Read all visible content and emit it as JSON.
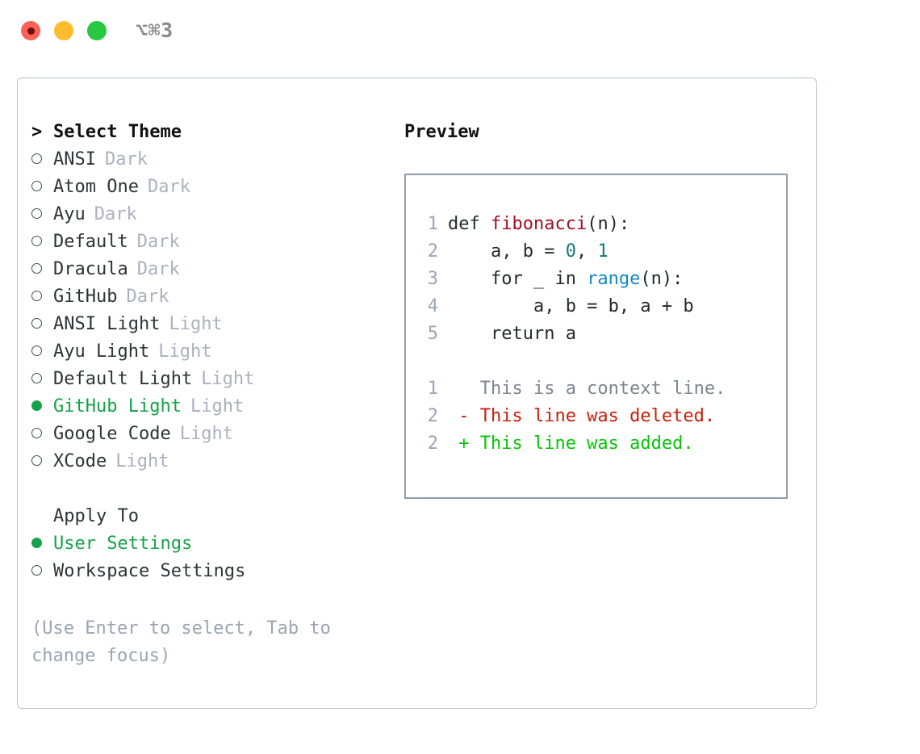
{
  "titlebar": {
    "shortcut": "⌥⌘3",
    "lights": [
      "close",
      "minimize",
      "zoom"
    ]
  },
  "theme_picker": {
    "header_marker": ">",
    "header": "Select Theme",
    "items": [
      {
        "marker": "open",
        "name": "ANSI",
        "variant": "Dark",
        "selected": false
      },
      {
        "marker": "open",
        "name": "Atom One",
        "variant": "Dark",
        "selected": false
      },
      {
        "marker": "open",
        "name": "Ayu",
        "variant": "Dark",
        "selected": false
      },
      {
        "marker": "open",
        "name": "Default",
        "variant": "Dark",
        "selected": false
      },
      {
        "marker": "open",
        "name": "Dracula",
        "variant": "Dark",
        "selected": false
      },
      {
        "marker": "open",
        "name": "GitHub",
        "variant": "Dark",
        "selected": false
      },
      {
        "marker": "open",
        "name": "ANSI Light",
        "variant": "Light",
        "selected": false
      },
      {
        "marker": "open",
        "name": "Ayu Light",
        "variant": "Light",
        "selected": false
      },
      {
        "marker": "open",
        "name": "Default Light",
        "variant": "Light",
        "selected": false
      },
      {
        "marker": "filled",
        "name": "GitHub Light",
        "variant": "Light",
        "selected": true
      },
      {
        "marker": "open",
        "name": "Google Code",
        "variant": "Light",
        "selected": false
      },
      {
        "marker": "open",
        "name": "XCode",
        "variant": "Light",
        "selected": false
      }
    ]
  },
  "apply_to": {
    "header": "Apply To",
    "items": [
      {
        "marker": "filled",
        "name": "User Settings",
        "selected": true
      },
      {
        "marker": "open",
        "name": "Workspace Settings",
        "selected": false
      }
    ]
  },
  "hint": "(Use Enter to select, Tab to change focus)",
  "preview": {
    "title": "Preview",
    "code_lines": [
      {
        "lineno": "1",
        "tokens": [
          {
            "t": "def ",
            "c": "plain"
          },
          {
            "t": "fibonacci",
            "c": "fn"
          },
          {
            "t": "(n):",
            "c": "plain"
          }
        ]
      },
      {
        "lineno": "2",
        "tokens": [
          {
            "t": "    a, b = ",
            "c": "plain"
          },
          {
            "t": "0",
            "c": "num"
          },
          {
            "t": ", ",
            "c": "plain"
          },
          {
            "t": "1",
            "c": "num"
          }
        ]
      },
      {
        "lineno": "3",
        "tokens": [
          {
            "t": "    for _ in ",
            "c": "plain"
          },
          {
            "t": "range",
            "c": "builtin"
          },
          {
            "t": "(n):",
            "c": "plain"
          }
        ]
      },
      {
        "lineno": "4",
        "tokens": [
          {
            "t": "        a, b = b, a + b",
            "c": "plain"
          }
        ]
      },
      {
        "lineno": "5",
        "tokens": [
          {
            "t": "    return a",
            "c": "plain"
          }
        ]
      },
      {
        "lineno": "",
        "tokens": []
      },
      {
        "lineno": "1",
        "tokens": [
          {
            "t": "   This is a context line.",
            "c": "ctx"
          }
        ]
      },
      {
        "lineno": "2",
        "tokens": [
          {
            "t": " - This line was deleted.",
            "c": "del"
          }
        ]
      },
      {
        "lineno": "2",
        "tokens": [
          {
            "t": " + This line was added.",
            "c": "add"
          }
        ]
      }
    ]
  },
  "colors": {
    "selected_green": "#16a34a",
    "diff_added": "#08c408",
    "diff_deleted": "#c8200d",
    "function_red": "#9e1123",
    "number_teal": "#0f7a7a",
    "builtin_blue": "#1389c4",
    "muted_gray": "#aab2be",
    "hint_gray": "#9aa5b4",
    "panel_border": "#bcc3d0",
    "code_border": "#8e99ab",
    "light_red": "#ff6057",
    "light_yellow": "#ffbd2e",
    "light_green": "#28c840"
  }
}
